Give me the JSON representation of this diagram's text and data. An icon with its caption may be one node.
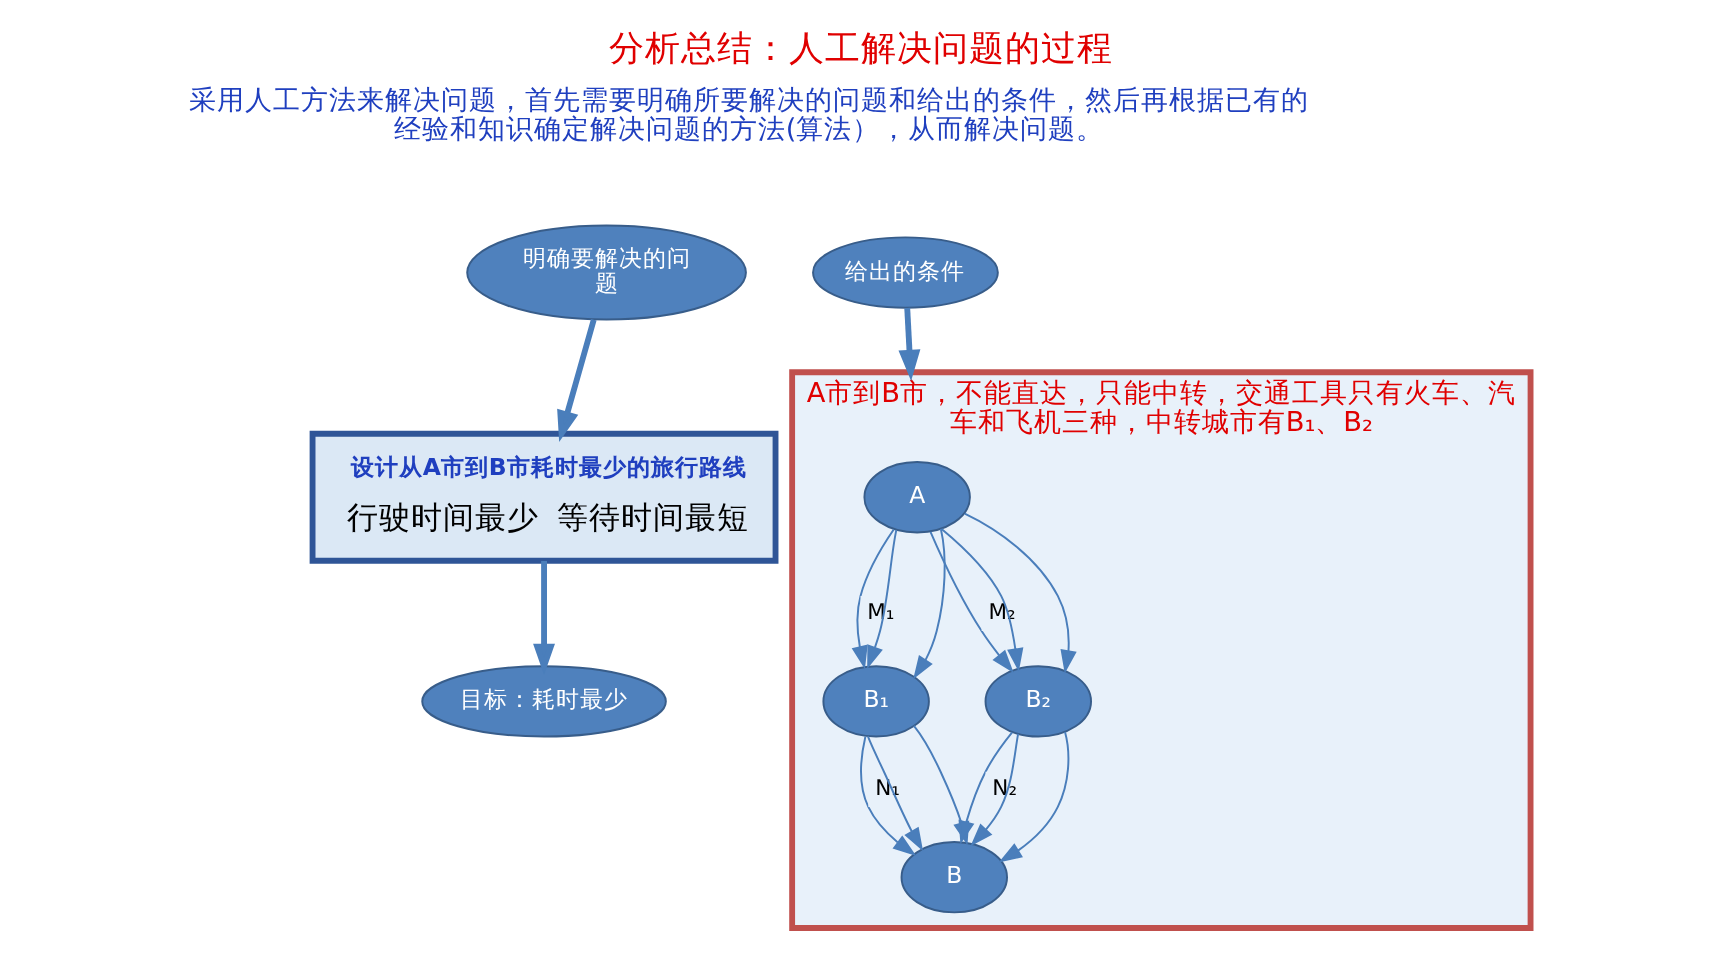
{
  "diagram": {
    "title": "分析总结：人工解决问题的过程",
    "nodes": [
      {
        "text": [
          "明确要解决的问题"
        ]
      },
      {
        "text": [
          "设计从A市到B市耗时最少的旅行路线",
          "行驶时间最少",
          "等待时间最短"
        ]
      },
      {
        "text": [
          "目标：耗时最少"
        ]
      },
      {
        "text": [
          "给出的条件"
        ]
      },
      {
        "text": [
          "A市到B市，不能直达，只能中转，交通工具只有火车、汽车和飞机三种，中转城市有B₁、B₂"
        ]
      },
      {
        "text": [
          "A"
        ],
        "in": 4
      },
      {
        "text": [
          "B₁"
        ],
        "in": 4
      },
      {
        "text": [
          "B₂"
        ],
        "in": 4
      },
      {
        "text": [
          "B"
        ],
        "in": 4
      }
    ],
    "edges": [
      {
        "from": 0,
        "to": 1,
        "arrow": "to",
        "style": "thick"
      },
      {
        "from": 1,
        "to": 2,
        "arrow": "to",
        "style": "thick"
      },
      {
        "from": 3,
        "to": 4,
        "arrow": "to",
        "style": "thick"
      },
      {
        "from": 5,
        "to": 6,
        "arrow": "to",
        "label": "M₁"
      },
      {
        "from": 5,
        "to": 6,
        "arrow": "to"
      },
      {
        "from": 5,
        "to": 6,
        "arrow": "to"
      },
      {
        "from": 5,
        "to": 7,
        "arrow": "to",
        "label": "M₂"
      },
      {
        "from": 5,
        "to": 7,
        "arrow": "to"
      },
      {
        "from": 5,
        "to": 7,
        "arrow": "to"
      },
      {
        "from": 6,
        "to": 8,
        "arrow": "to",
        "label": "N₁"
      },
      {
        "from": 6,
        "to": 8,
        "arrow": "to"
      },
      {
        "from": 6,
        "to": 8,
        "arrow": "to"
      },
      {
        "from": 7,
        "to": 8,
        "arrow": "to",
        "label": "N₂"
      },
      {
        "from": 7,
        "to": 8,
        "arrow": "to"
      },
      {
        "from": 7,
        "to": 8,
        "arrow": "to"
      }
    ],
    "labels": [
      "采用人工方法来解决问题，首先需要明确所要解决的问题和给出的条件，然后再根据已有的经验和知识确定解决问题的方法(算法），从而解决问题。"
    ]
  }
}
